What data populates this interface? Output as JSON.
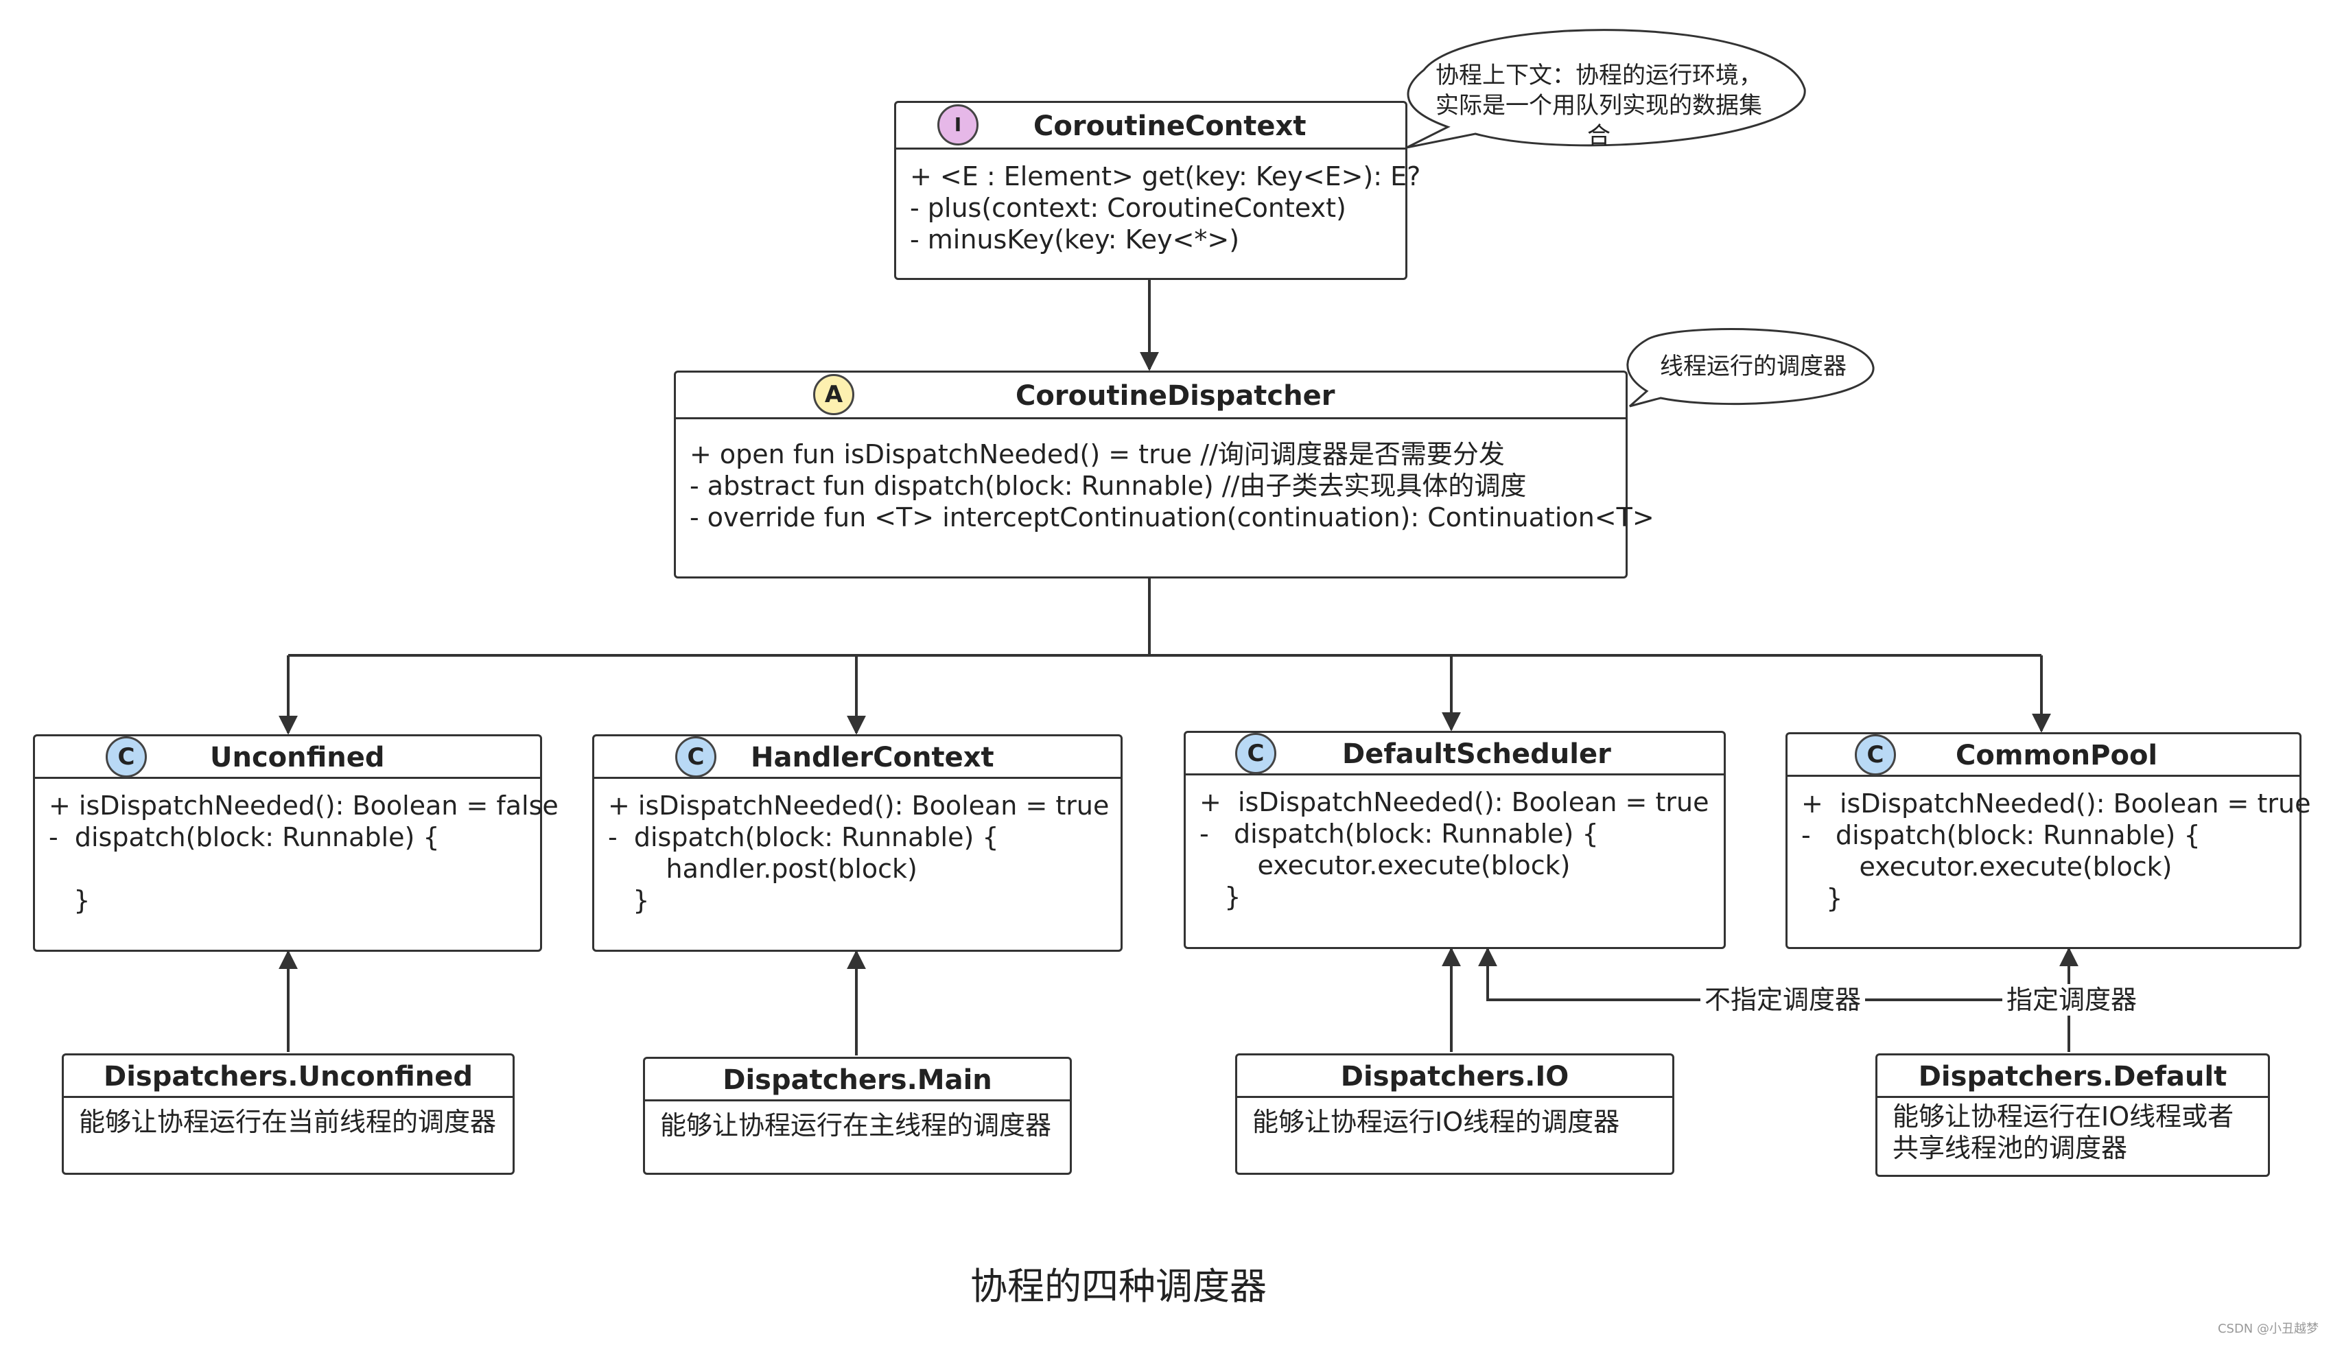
{
  "context": {
    "badge": "I",
    "title": "CoroutineContext",
    "members": [
      "+ <E : Element> get(key: Key<E>): E?",
      "- plus(context: CoroutineContext)",
      "- minusKey(key: Key<*>)"
    ],
    "note": "协程上下文：协程的运行环境，实际是一个用队列实现的数据集合"
  },
  "dispatcher": {
    "badge": "A",
    "title": "CoroutineDispatcher",
    "members": [
      "+ open fun isDispatchNeeded() = true //询问调度器是否需要分发",
      "- abstract fun dispatch(block: Runnable) //由子类去实现具体的调度",
      "- override fun <T> interceptContinuation(continuation): Continuation<T>"
    ],
    "note": "线程运行的调度器"
  },
  "classes": [
    {
      "badge": "C",
      "title": "Unconfined",
      "members": [
        "+ isDispatchNeeded(): Boolean = false",
        "-  dispatch(block: Runnable) {",
        "",
        "   }"
      ]
    },
    {
      "badge": "C",
      "title": "HandlerContext",
      "members": [
        "+ isDispatchNeeded(): Boolean = true",
        "-  dispatch(block: Runnable) {",
        "       handler.post(block)",
        "   }"
      ]
    },
    {
      "badge": "C",
      "title": "DefaultScheduler",
      "members": [
        "+  isDispatchNeeded(): Boolean = true",
        "-   dispatch(block: Runnable) {",
        "       executor.execute(block)",
        "   }"
      ]
    },
    {
      "badge": "C",
      "title": "CommonPool",
      "members": [
        "+  isDispatchNeeded(): Boolean = true",
        "-   dispatch(block: Runnable) {",
        "       executor.execute(block)",
        "   }"
      ]
    }
  ],
  "dispatchers": [
    {
      "title": "Dispatchers.Unconfined",
      "lines": [
        "能够让协程运行在当前线程的调度器"
      ]
    },
    {
      "title": "Dispatchers.Main",
      "lines": [
        "能够让协程运行在主线程的调度器"
      ]
    },
    {
      "title": "Dispatchers.IO",
      "lines": [
        "能够让协程运行IO线程的调度器"
      ]
    },
    {
      "title": "Dispatchers.Default",
      "lines": [
        "能够让协程运行在IO线程或者",
        "共享线程池的调度器"
      ]
    }
  ],
  "edge_labels": {
    "unspecified": "不指定调度器",
    "specified": "指定调度器"
  },
  "caption": "协程的四种调度器",
  "watermark": "CSDN @小丑越梦",
  "colors": {
    "interface_badge": "#e6b8e8",
    "abstract_badge": "#fdf0b0",
    "class_badge": "#b9d9f5",
    "stroke": "#333333"
  }
}
